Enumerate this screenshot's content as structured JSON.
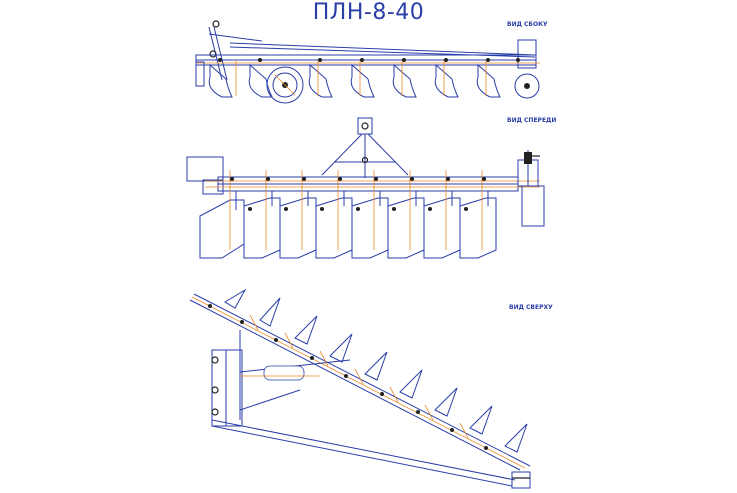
{
  "drawing": {
    "title": "ПЛН-8-40",
    "views": {
      "side": "ВИД СБОКУ",
      "front": "ВИД СПЕРЕДИ",
      "top": "ВИД СВЕРХУ"
    }
  },
  "colors": {
    "line": "#2a3ea8",
    "accent": "#e8892a",
    "fastener": "#222222"
  }
}
